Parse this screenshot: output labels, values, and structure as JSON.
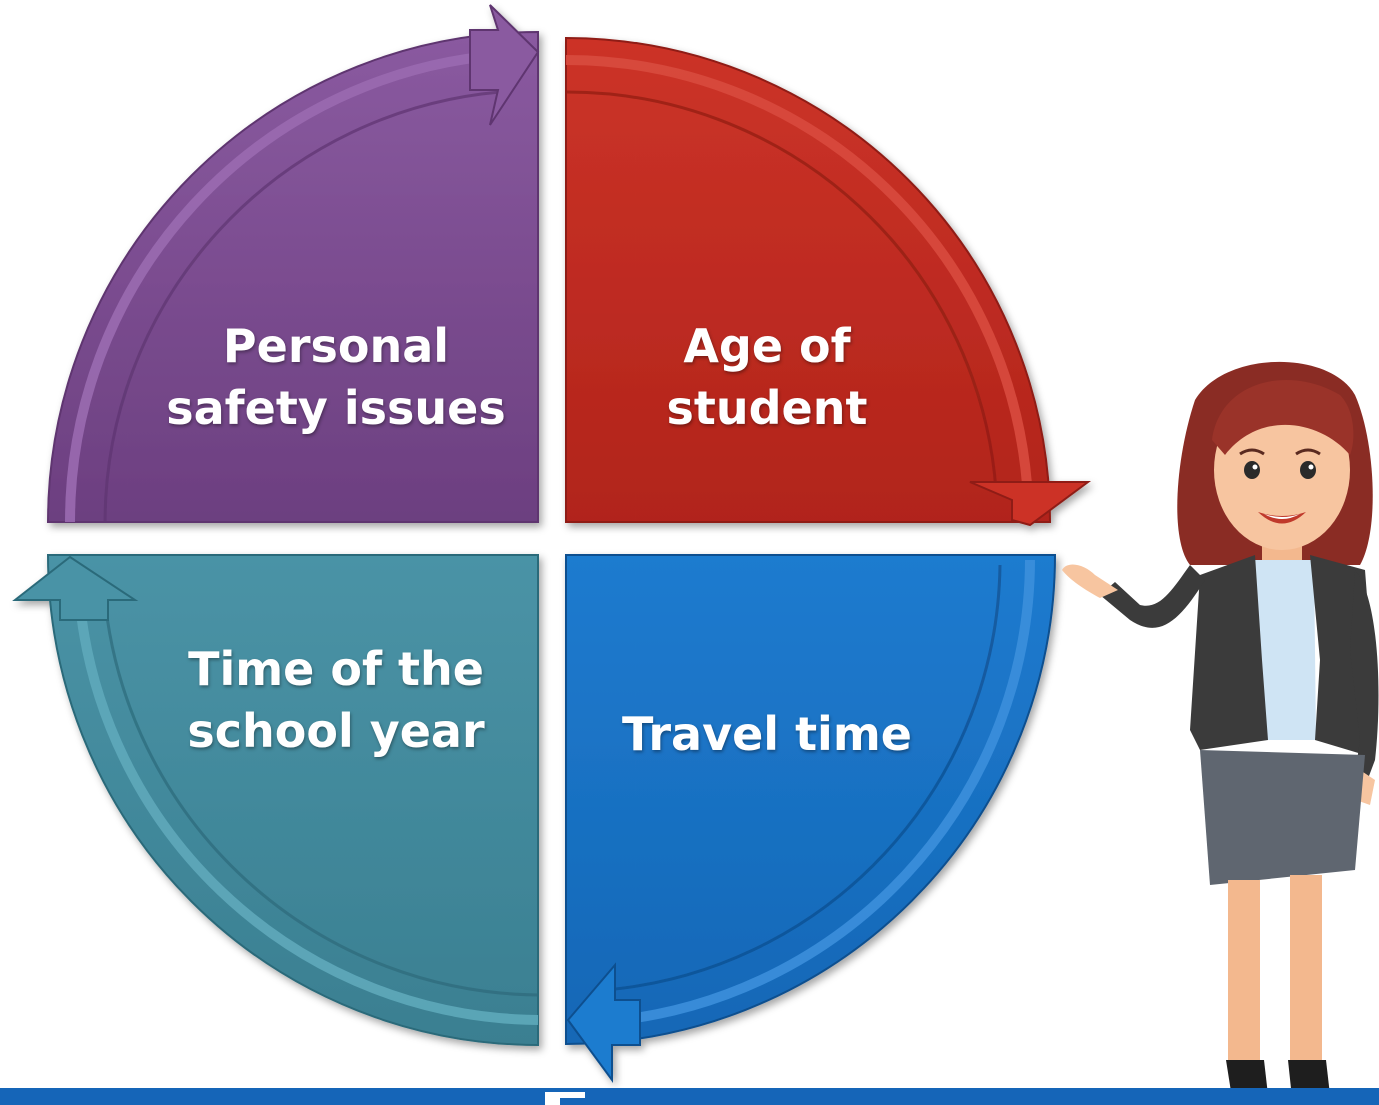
{
  "quadrants": {
    "top_left": {
      "lines": [
        "Personal",
        "safety issues"
      ],
      "color": "#784A8C"
    },
    "top_right": {
      "lines": [
        "Age of",
        "student"
      ],
      "color": "#C02A20"
    },
    "bottom_left": {
      "lines": [
        "Time of the",
        "school year"
      ],
      "color": "#40899C"
    },
    "bottom_right": {
      "lines": [
        "Travel time"
      ],
      "color": "#1872C4"
    }
  },
  "colors": {
    "purple": "#784A8C",
    "red": "#C02A20",
    "teal": "#40899C",
    "blue": "#1872C4",
    "banner": "#1565B8"
  },
  "illustration": {
    "icon": "presenter-woman-icon"
  }
}
